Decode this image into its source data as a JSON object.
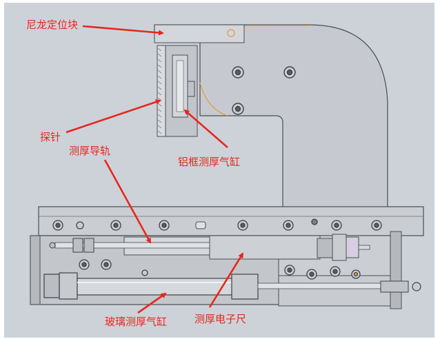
{
  "labels": {
    "nylon_block": "尼龙定位块",
    "probe": "探针",
    "guide_rail": "测厚导轨",
    "aluminum_cylinder": "铝框测厚气缸",
    "glass_cylinder": "玻璃测厚气缸",
    "electronic_ruler": "测厚电子尺"
  },
  "colors": {
    "background": "#cdd2d9",
    "panel": "#c4c8ce",
    "rail": "#c6cacf",
    "cylinder": "#b9bdc2",
    "annotation": "#e8261c",
    "accent_line": "#e59a3c",
    "screw": "#8a8e93"
  }
}
